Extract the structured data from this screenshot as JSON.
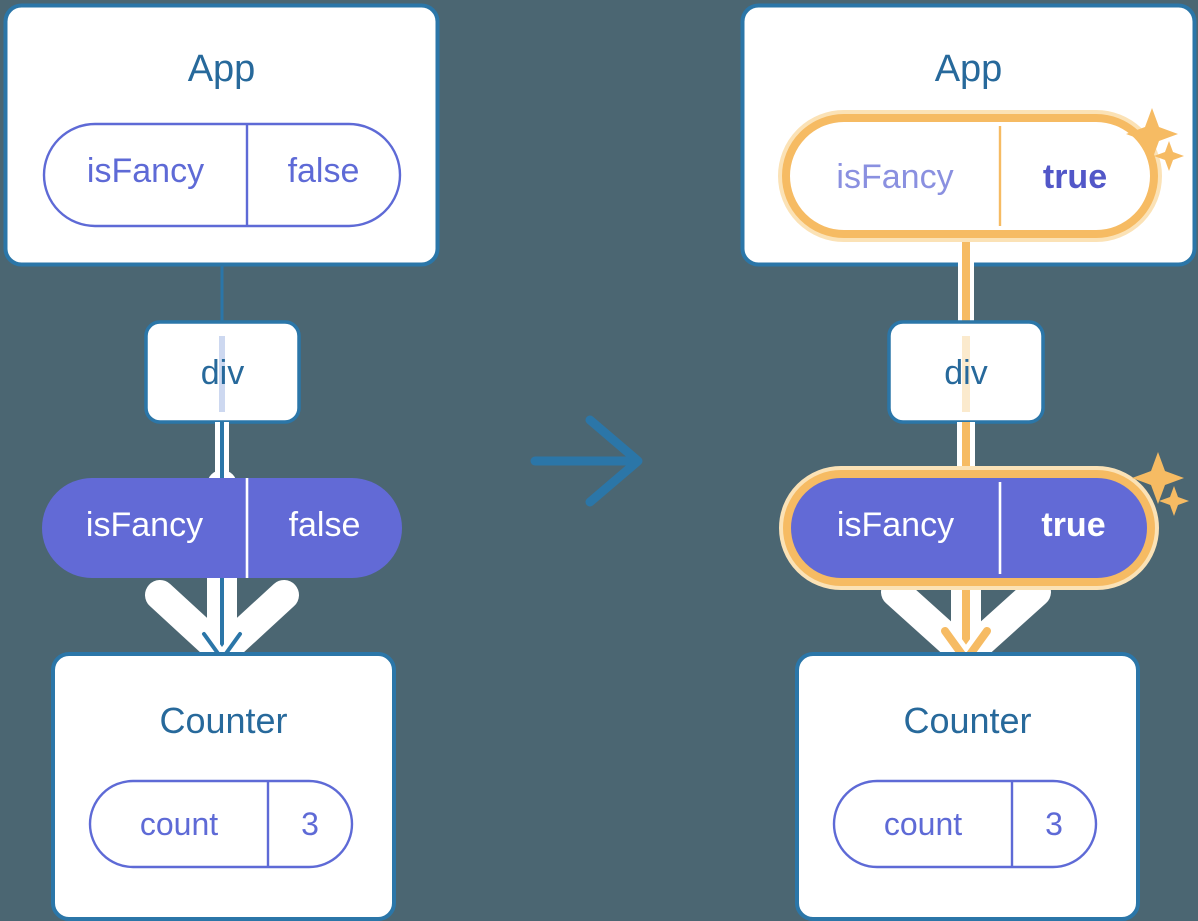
{
  "diagram": {
    "title": "React state propagation: isFancy false to true",
    "background_color": "#4b6672",
    "colors": {
      "box_border_blue": "#2b76a8",
      "box_fill_white": "#ffffff",
      "title_blue": "#27699b",
      "pill_purple": "#5e6ad6",
      "pill_fill_purple": "#626ad6",
      "highlight_orange": "#f6bb63",
      "highlight_halo": "#fbe2b6",
      "arrow_white": "#ffffff",
      "connector_blue": "#2b76a8",
      "connector_blue_faint": "#cdd8f0",
      "connector_orange_faint": "#fbeacd"
    },
    "transition_arrow": {
      "icon": "arrow-right-icon",
      "color": "#2b76a8"
    },
    "panels": [
      {
        "id": "before",
        "app": {
          "title": "App",
          "state_pill": {
            "name": "isFancy",
            "value": "false",
            "style": "outline",
            "highlighted": false,
            "value_bold": false
          }
        },
        "element": {
          "tag": "div"
        },
        "prop_pill": {
          "name": "isFancy",
          "value": "false",
          "style": "filled",
          "highlighted": false,
          "value_bold": false
        },
        "counter": {
          "title": "Counter",
          "state_pill": {
            "name": "count",
            "value": "3",
            "style": "outline",
            "highlighted": false,
            "value_bold": false
          }
        },
        "sparkles": []
      },
      {
        "id": "after",
        "app": {
          "title": "App",
          "state_pill": {
            "name": "isFancy",
            "value": "true",
            "style": "outline",
            "highlighted": true,
            "value_bold": true
          }
        },
        "element": {
          "tag": "div"
        },
        "prop_pill": {
          "name": "isFancy",
          "value": "true",
          "style": "filled",
          "highlighted": true,
          "value_bold": true
        },
        "counter": {
          "title": "Counter",
          "state_pill": {
            "name": "count",
            "value": "3",
            "style": "outline",
            "highlighted": false,
            "value_bold": false
          }
        },
        "sparkles": [
          "sparkle-large-icon",
          "sparkle-small-icon",
          "sparkle-large-icon",
          "sparkle-small-icon"
        ]
      }
    ]
  }
}
